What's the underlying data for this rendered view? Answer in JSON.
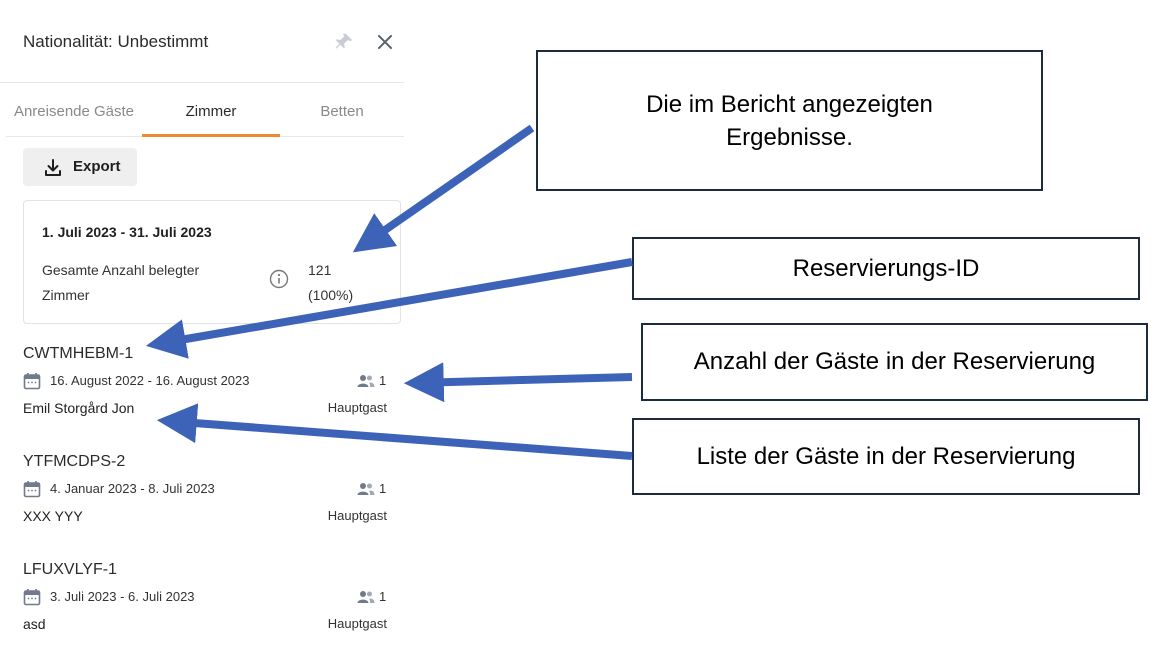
{
  "panel": {
    "title": "Nationalität: Unbestimmt",
    "tabs": [
      "Anreisende Gäste",
      "Zimmer",
      "Betten"
    ],
    "active_tab": "Zimmer",
    "export_label": "Export",
    "summary": {
      "date_range": "1. Juli 2023 - 31. Juli 2023",
      "label_line1": "Gesamte Anzahl belegter",
      "label_line2": "Zimmer",
      "value_line1": "121",
      "value_line2": "(100%)"
    },
    "reservations": [
      {
        "id": "CWTMHEBM-1",
        "dates": "16. August 2022 - 16. August 2023",
        "guests": "1",
        "guest_name": "Emil Storgård Jon",
        "role": "Hauptgast"
      },
      {
        "id": "YTFMCDPS-2",
        "dates": "4. Januar 2023 - 8. Juli 2023",
        "guests": "1",
        "guest_name": "XXX YYY",
        "role": "Hauptgast"
      },
      {
        "id": "LFUXVLYF-1",
        "dates": "3. Juli 2023 - 6. Juli 2023",
        "guests": "1",
        "guest_name": "asd",
        "role": "Hauptgast"
      }
    ]
  },
  "annotations": {
    "results_line1": "Die im Bericht angezeigten",
    "results_line2": "Ergebnisse.",
    "reservation_id": "Reservierungs-ID",
    "guest_count": "Anzahl der Gäste in der Reservierung",
    "guest_list": "Liste der Gäste in der Reservierung"
  },
  "colors": {
    "accent_tab": "#ef8a2f",
    "arrow": "#3d63b8",
    "callout_border": "#1c2b3d",
    "icon_gray": "#6f7a8a"
  },
  "icons": [
    "pin-icon",
    "close-icon",
    "download-icon",
    "info-icon",
    "calendar-icon",
    "people-icon"
  ]
}
